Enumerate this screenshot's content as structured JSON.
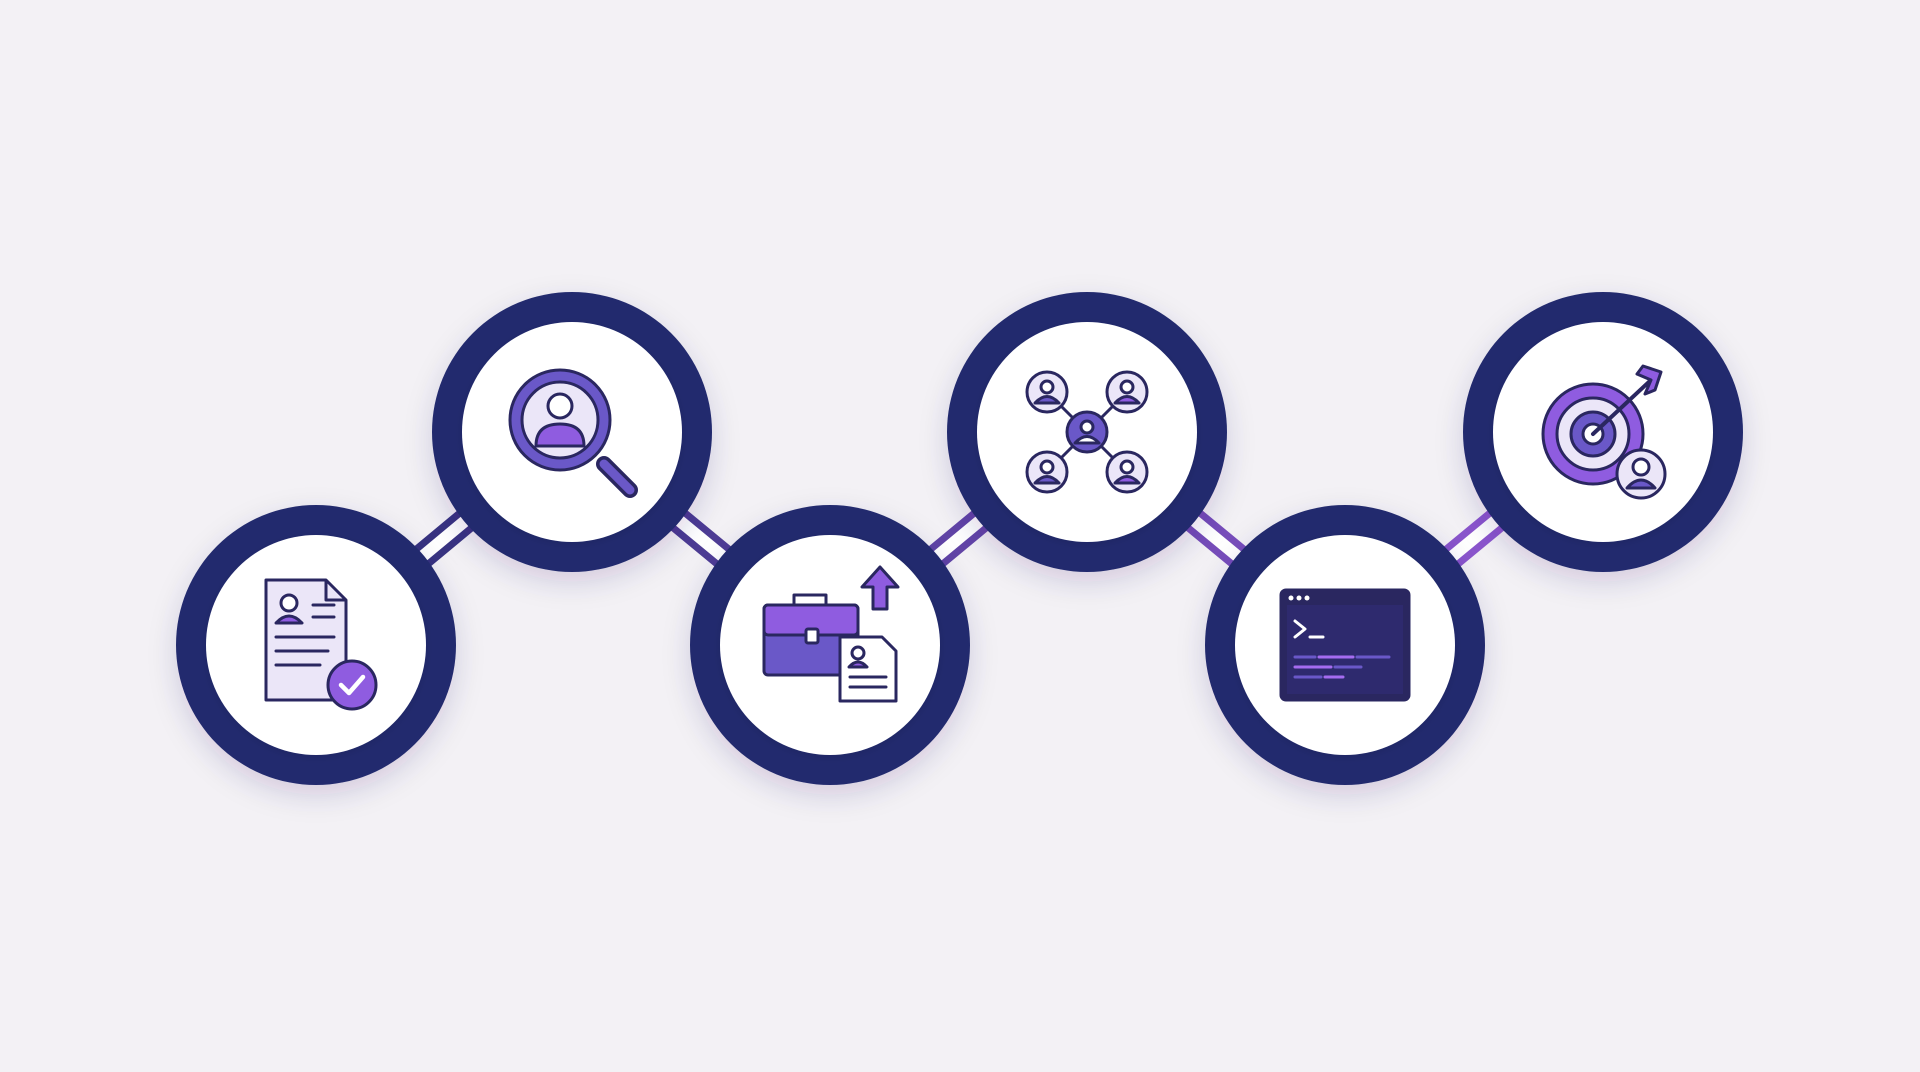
{
  "colors": {
    "background": "#f3f1f5",
    "ring_start": "#232a6e",
    "ring_end": "#a05ee0",
    "node_fill": "#ffffff",
    "icon_outline": "#2a2760",
    "icon_accent": "#8f5ce0",
    "icon_light": "#ebe6f8",
    "icon_mid": "#6a58c8"
  },
  "steps": [
    {
      "id": "resume-check",
      "icon": "resume-checkmark-icon"
    },
    {
      "id": "candidate-search",
      "icon": "candidate-search-icon"
    },
    {
      "id": "job-application",
      "icon": "briefcase-resume-upload-icon"
    },
    {
      "id": "network",
      "icon": "people-network-icon"
    },
    {
      "id": "technical-test",
      "icon": "terminal-window-icon"
    },
    {
      "id": "target-hire",
      "icon": "target-candidate-icon"
    }
  ]
}
